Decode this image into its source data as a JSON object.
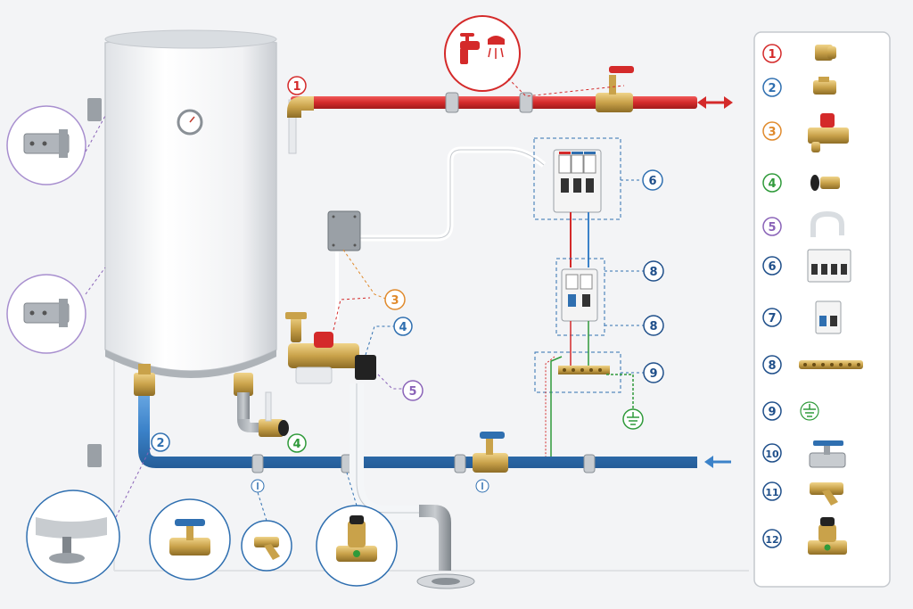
{
  "colors": {
    "hot_pipe": "#d42a2a",
    "cold_pipe": "#3b82c9",
    "brass": "#c9a24a",
    "callout_red": "#d42a2a",
    "callout_blue": "#2f6fb0",
    "callout_orange": "#e08a2c",
    "callout_green": "#2f9a3a",
    "callout_purple": "#8a63b8",
    "callout_navy": "#1f4f8a"
  },
  "icons": {
    "faucet": "faucet-shower-icon",
    "ground": "ground-symbol-icon",
    "arrow_out": "arrow-right-icon",
    "arrow_in": "arrow-left-icon"
  },
  "callouts": {
    "c1": "1",
    "c2": "2",
    "c3": "3",
    "c4": "4",
    "c5": "5",
    "c6": "6",
    "c8a": "8",
    "c8b": "8",
    "c9": "9"
  },
  "legend": [
    {
      "num": "1",
      "item": "brass-elbow"
    },
    {
      "num": "2",
      "item": "brass-adapter"
    },
    {
      "num": "3",
      "item": "safety-valve-group"
    },
    {
      "num": "4",
      "item": "drain-valve"
    },
    {
      "num": "5",
      "item": "flexible-hose"
    },
    {
      "num": "6",
      "item": "circuit-breaker-3p"
    },
    {
      "num": "7",
      "item": "circuit-breaker-2p"
    },
    {
      "num": "8",
      "item": "terminal-bar"
    },
    {
      "num": "9",
      "item": "ground-symbol"
    },
    {
      "num": "10",
      "item": "ball-valve"
    },
    {
      "num": "11",
      "item": "y-strainer"
    },
    {
      "num": "12",
      "item": "pressure-reducer"
    }
  ]
}
